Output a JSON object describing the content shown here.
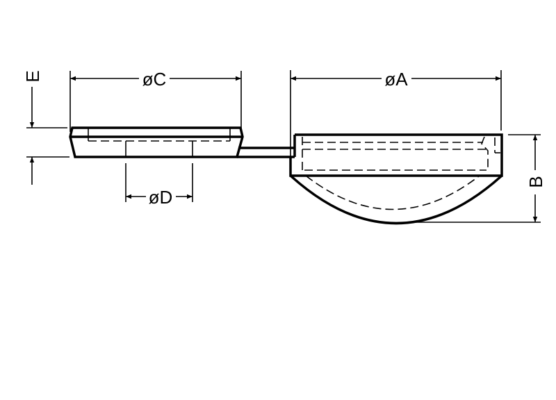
{
  "diagram": {
    "type": "mechanical drawing",
    "dimensions": {
      "A": "øA",
      "B": "B",
      "C": "øC",
      "D": "øD",
      "E": "E"
    },
    "colors": {
      "line": "#000000",
      "background": "#ffffff"
    }
  }
}
